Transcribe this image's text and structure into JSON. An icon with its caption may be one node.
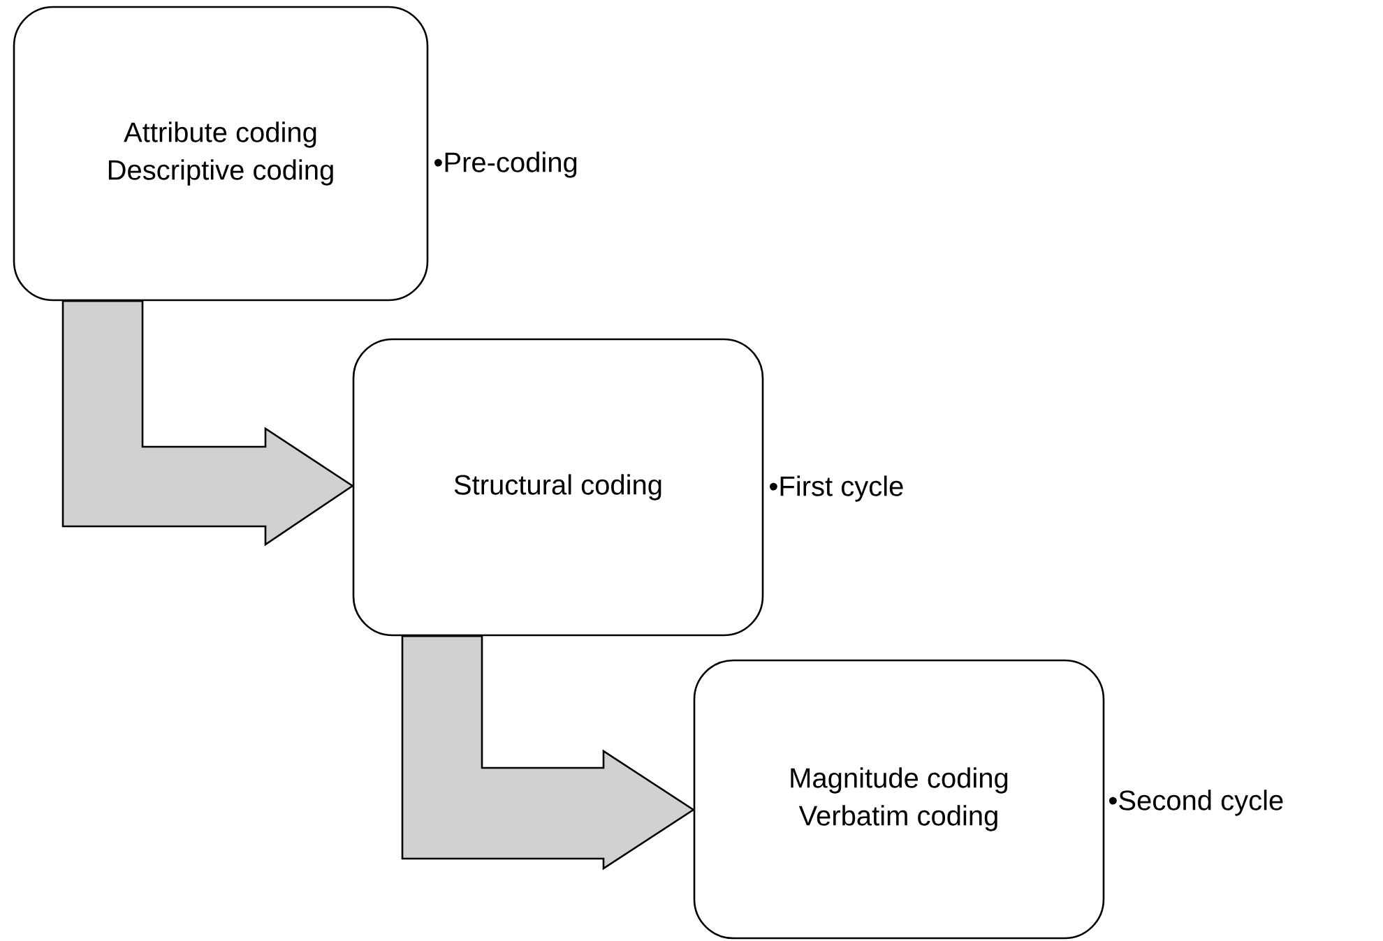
{
  "diagram": {
    "nodes": [
      {
        "text": [
          "Attribute coding",
          "Descriptive coding"
        ],
        "beside": [
          "•Pre-coding"
        ]
      },
      {
        "text": [
          "Structural coding"
        ],
        "beside": [
          "•First cycle"
        ]
      },
      {
        "text": [
          "Magnitude coding",
          "Verbatim coding"
        ],
        "beside": [
          "•Second cycle"
        ]
      }
    ],
    "edges": [
      {
        "from": 0,
        "to": 1,
        "arrow": "to"
      },
      {
        "from": 1,
        "to": 2,
        "arrow": "to"
      }
    ]
  }
}
